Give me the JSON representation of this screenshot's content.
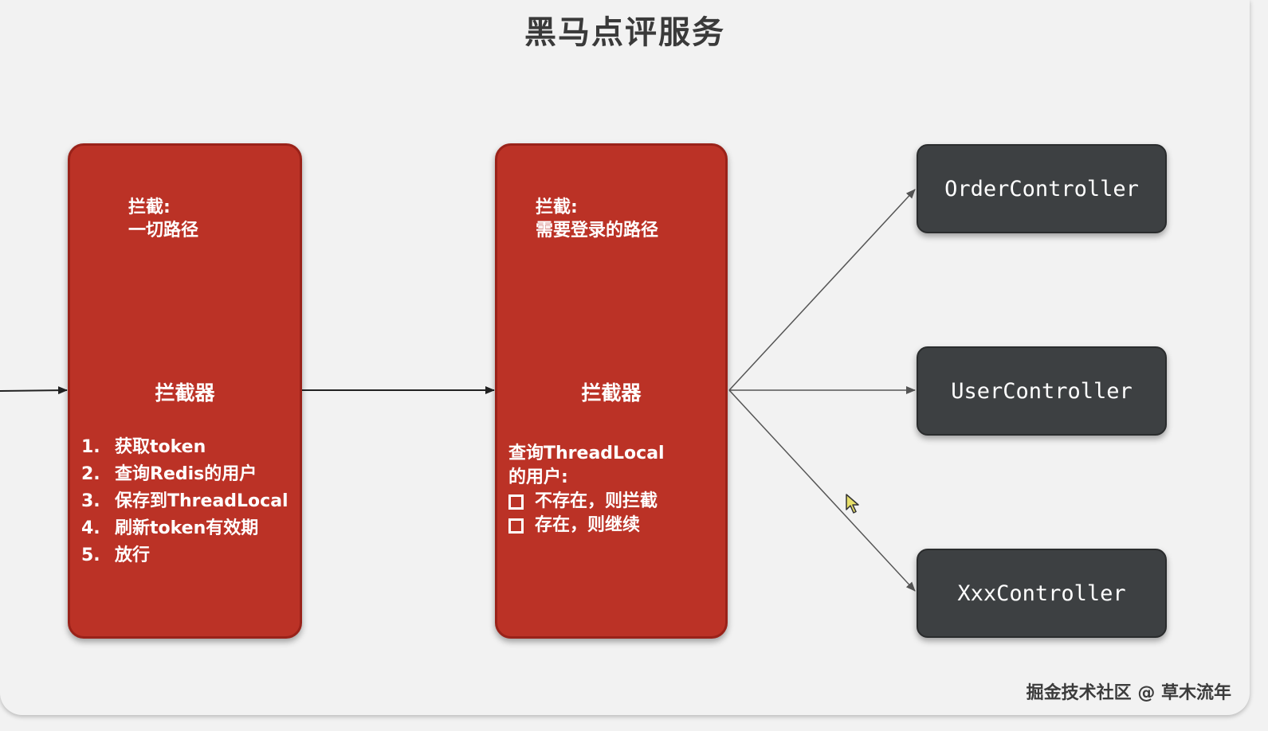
{
  "title": "黑马点评服务",
  "interceptor1": {
    "scope_label": "拦截:",
    "scope_value": "一切路径",
    "name": "拦截器",
    "steps": [
      {
        "num": "1.",
        "text": "获取token"
      },
      {
        "num": "2.",
        "text": "查询Redis的用户"
      },
      {
        "num": "3.",
        "text": "保存到ThreadLocal"
      },
      {
        "num": "4.",
        "text": "刷新token有效期"
      },
      {
        "num": "5.",
        "text": "放行"
      }
    ]
  },
  "interceptor2": {
    "scope_label": "拦截:",
    "scope_value": "需要登录的路径",
    "name": "拦截器",
    "query_line1": "查询ThreadLocal",
    "query_line2": "的用户:",
    "options": [
      "不存在，则拦截",
      "存在，则继续"
    ]
  },
  "controllers": [
    "OrderController",
    "UserController",
    "XxxController"
  ],
  "watermark": "掘金技术社区 @ 草木流年",
  "colors": {
    "interceptor_fill": "#bb3226",
    "controller_fill": "#3d4042",
    "background": "#f2f2f2"
  }
}
